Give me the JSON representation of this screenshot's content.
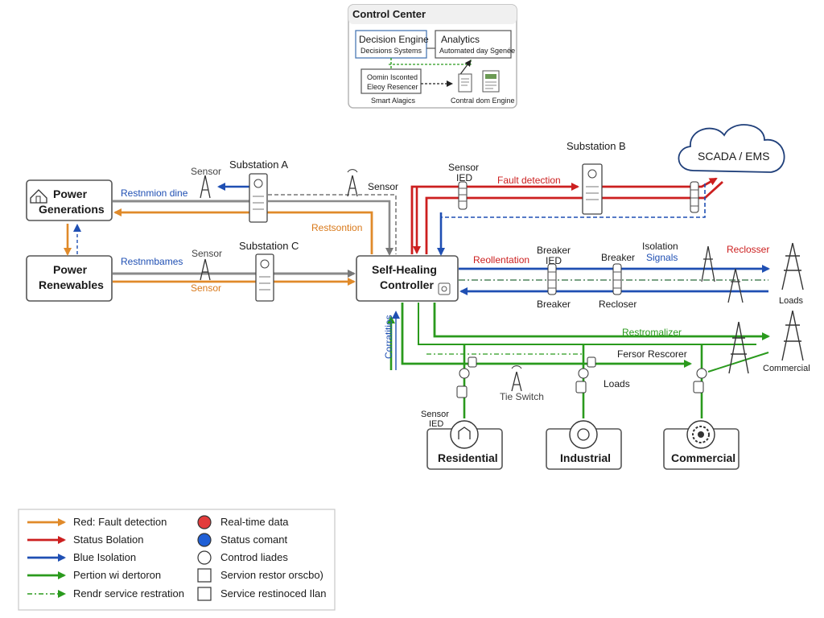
{
  "control_center": {
    "title": "Control Center",
    "decision_engine": {
      "title": "Decision Engine",
      "subtitle": "Decisions Systems"
    },
    "analytics": {
      "title": "Analytics",
      "subtitle": "Automated day Sgenée"
    },
    "optimization": {
      "line1": "Oomin Isconted",
      "line2": "Eleoy Resencer"
    },
    "smart_label": "Smart Alagics",
    "control_label": "Contral dom Engine"
  },
  "scada": "SCADA / EMS",
  "sources": {
    "generation": {
      "line1": "Power",
      "line2": "Generations"
    },
    "renewables": {
      "line1": "Power",
      "line2": "Renewables"
    }
  },
  "substations": {
    "a": "Substation A",
    "b": "Substation B",
    "c": "Substation C"
  },
  "controller": {
    "line1": "Self-Healing",
    "line2": "Controller"
  },
  "labels": {
    "sensor_a": "Sensor",
    "sensor_top": "Sensor",
    "sensor_ied_b_1": "Sensor",
    "sensor_ied_b_2": "IED",
    "fault_detection": "Fault detection",
    "restoration_line": "Restnmion dine",
    "restoration": "Restsontion",
    "restoration_names": "Restnmbames",
    "sensor_c": "Sensor",
    "sensor_c2": "Sensor",
    "reallocation": "Reollentation",
    "breaker_ied_1": "Breaker",
    "breaker_ied_2": "IED",
    "breaker_top": "Breaker",
    "breaker_bottom": "Breaker",
    "recloser_bottom": "Recloser",
    "isolation_1": "Isolation",
    "isolation_2": "Signals",
    "recloser_right": "Reclosser",
    "loads_right": "Loads",
    "restormalizer": "Restromalizer",
    "sensor_restorer": "Fersor Rescorer",
    "commercial_right": "Commercial",
    "communications": "Corratitios",
    "tie_switch": "Tie Switch",
    "loads_mid": "Loads",
    "sensor_ied_res_1": "Sensor",
    "sensor_ied_res_2": "IED"
  },
  "loads": {
    "residential": "Residential",
    "industrial": "Industrial",
    "commercial": "Commercial"
  },
  "legend": {
    "lines": [
      {
        "label": "Red: Fault detection",
        "color": "#e08a2a",
        "style": "solid"
      },
      {
        "label": "Status Bolation",
        "color": "#cc1f1f",
        "style": "solid"
      },
      {
        "label": "Blue Isolation",
        "color": "#1f4fb3",
        "style": "solid"
      },
      {
        "label": "Pertion wi dertoron",
        "color": "#2a9a1d",
        "style": "solid"
      },
      {
        "label": "Rendr service restration",
        "color": "#2a9a1d",
        "style": "dashdot"
      }
    ],
    "markers": [
      {
        "label": "Real-time data",
        "shape": "circle",
        "color": "#e23b3b"
      },
      {
        "label": "Status comant",
        "shape": "circle",
        "color": "#1f5fd6"
      },
      {
        "label": "Controd liades",
        "shape": "circle",
        "color": "#ffffff"
      },
      {
        "label": "Servion restor orscbo)",
        "shape": "square",
        "color": "#ffffff"
      },
      {
        "label": "Service restinoced Ilan",
        "shape": "square",
        "color": "#ffffff"
      }
    ]
  }
}
